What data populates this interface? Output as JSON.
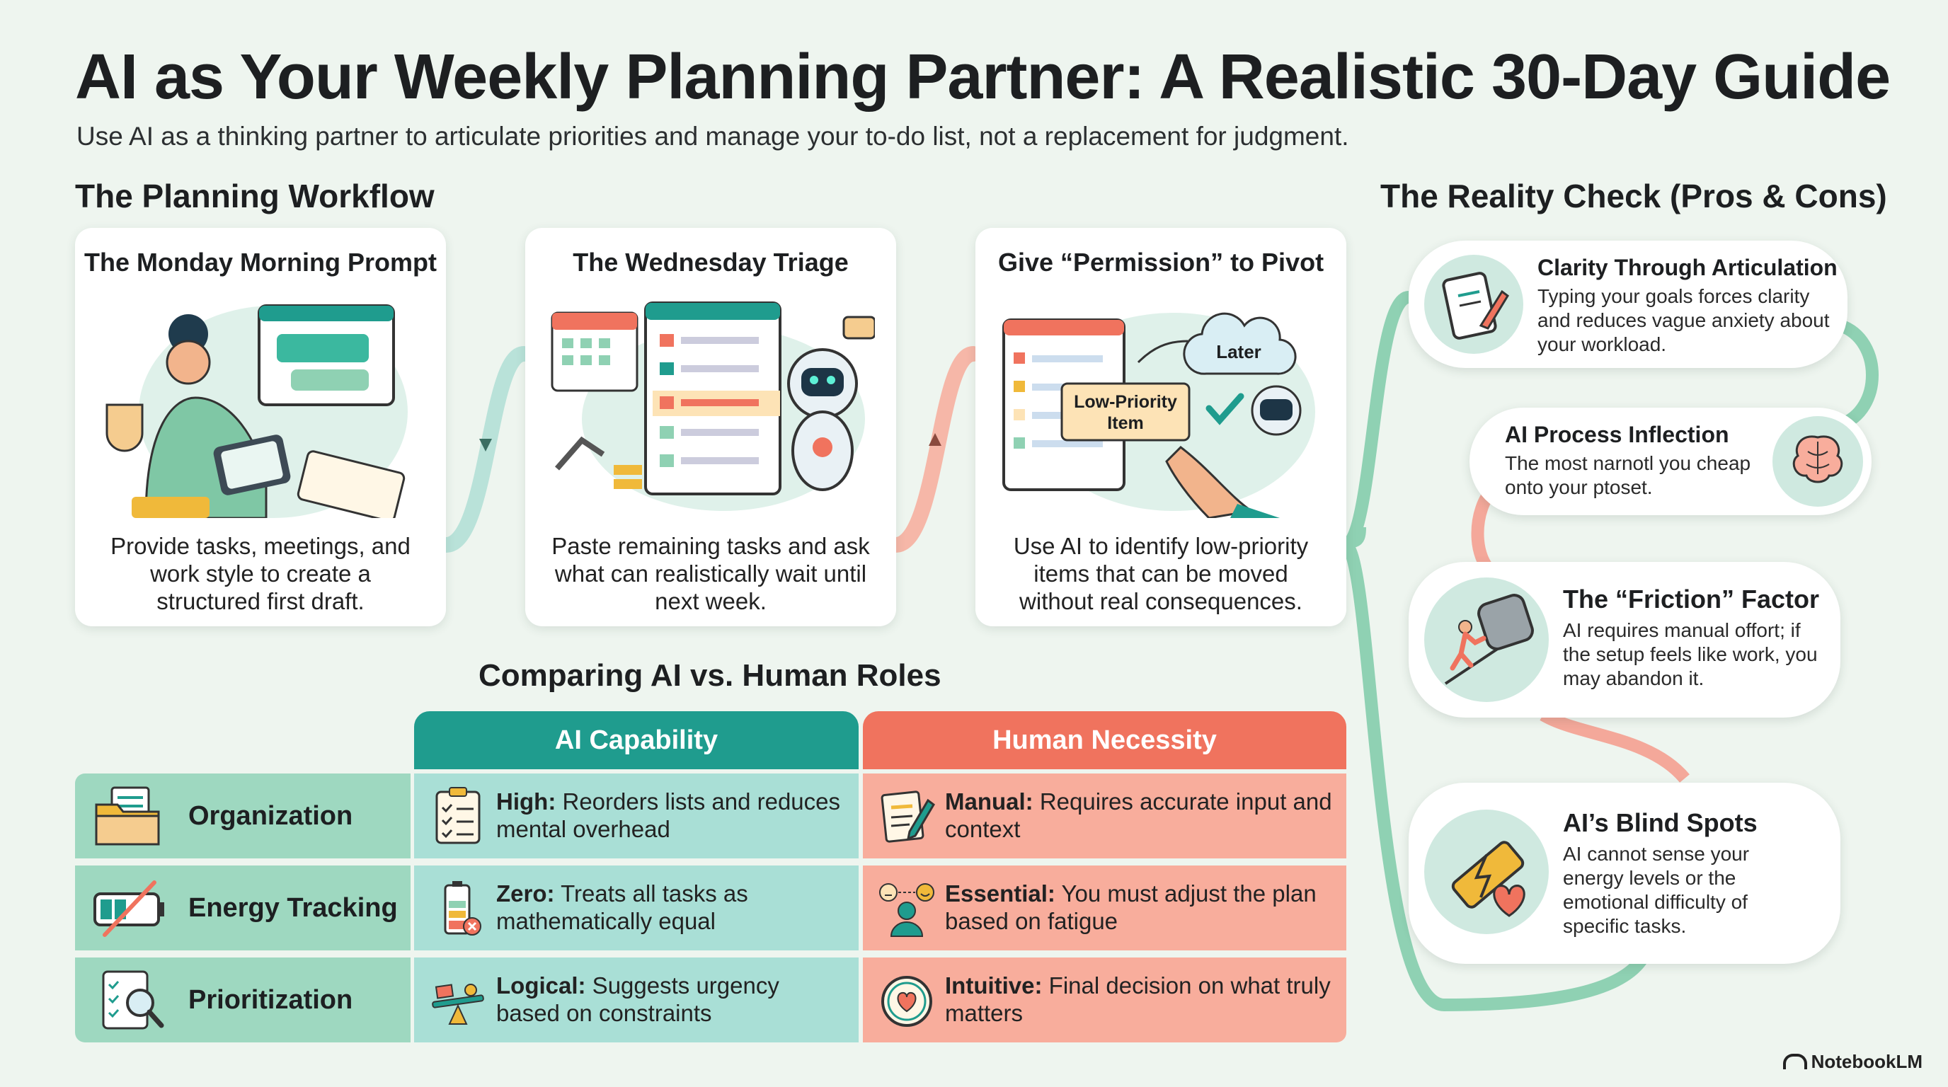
{
  "header": {
    "title": "AI as Your Weekly Planning Partner: A Realistic 30-Day Guide",
    "subtitle": "Use AI as a thinking partner to articulate priorities and manage your to-do list, not a replacement for judgment."
  },
  "workflow": {
    "heading": "The Planning Workflow",
    "cards": [
      {
        "title": "The Monday Morning Prompt",
        "desc": "Provide tasks, meetings, and work style to create a structured first draft."
      },
      {
        "title": "The Wednesday Triage",
        "desc": "Paste remaining tasks and ask what can realistically wait until next week."
      },
      {
        "title": "Give “Permission” to Pivot",
        "desc": "Use AI to identify low-priority items that can be moved without real consequences.",
        "art_label_low": "Low-Priority",
        "art_label_item": "Item",
        "art_label_later": "Later"
      }
    ]
  },
  "comparison": {
    "heading": "Comparing AI vs. Human Roles",
    "col_ai": "AI Capability",
    "col_human": "Human Necessity",
    "rows": [
      {
        "label": "Organization",
        "ai_bold": "High:",
        "ai_text": " Reorders lists and reduces mental overhead",
        "human_bold": "Manual:",
        "human_text": " Requires accurate input and context"
      },
      {
        "label": "Energy Tracking",
        "ai_bold": "Zero:",
        "ai_text": " Treats all tasks as mathematically equal",
        "human_bold": "Essential:",
        "human_text": " You must adjust the plan based on fatigue"
      },
      {
        "label": "Prioritization",
        "ai_bold": "Logical:",
        "ai_text": " Suggests urgency based on constraints",
        "human_bold": "Intuitive:",
        "human_text": " Final decision on what truly matters"
      }
    ]
  },
  "reality": {
    "heading": "The Reality Check (Pros & Cons)",
    "items": [
      {
        "title": "Clarity Through Articulation",
        "desc": "Typing your goals forces clarity and reduces vague anxiety about your workload."
      },
      {
        "title": "AI Process Inflection",
        "desc": "The most narnotl you cheap onto your ptoset."
      },
      {
        "title": "The “Friction” Factor",
        "desc": "AI requires manual offort; if the setup feels like work, you may abandon it."
      },
      {
        "title": "AI’s Blind Spots",
        "desc": "AI cannot sense your energy levels or the emotional difficulty of specific tasks."
      }
    ]
  },
  "brand": "NotebookLM",
  "colors": {
    "teal": "#1f9c8e",
    "coral": "#f0735e",
    "mint": "#9ed8c0",
    "aqua": "#a9dfd6",
    "salmon": "#f8ad9c"
  }
}
